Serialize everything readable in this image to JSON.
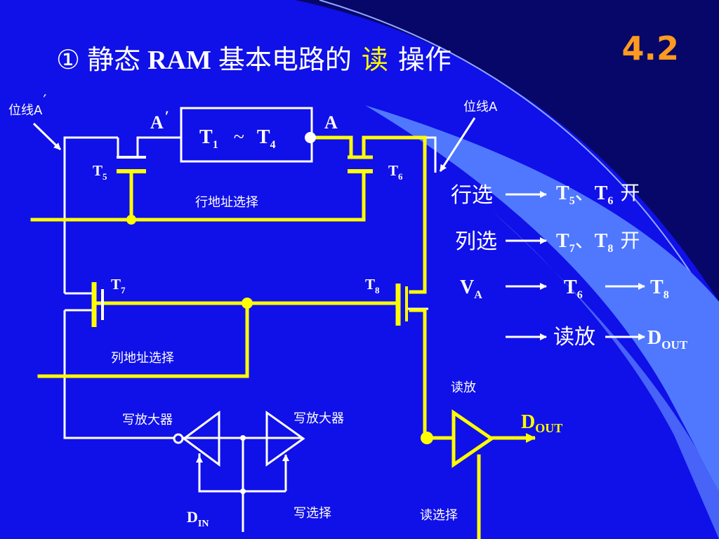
{
  "colors": {
    "background": "#1010e8",
    "wire_white": "#ffffff",
    "wire_yellow": "#ffff00",
    "accent_yellow": "#ffff00",
    "number_orange": "#ff9a1f",
    "sweep_light": "#4f78ff",
    "sweep_dark": "#000000"
  },
  "title": {
    "marker": "①",
    "part1": "静态",
    "ram": "RAM",
    "part2": "基本电路的",
    "highlight": "读",
    "part3": "操作"
  },
  "section_number": "4.2",
  "labels": {
    "bitline_left": "位线A",
    "bitline_left_prime": "′",
    "bitline_right": "位线A",
    "node_a_prime": "A",
    "node_a_prime_mark": "′",
    "node_a": "A",
    "cell": {
      "t": "T",
      "sub1": "1",
      "tilde": "~",
      "t2": "T",
      "sub4": "4"
    },
    "t5": {
      "t": "T",
      "sub": "5"
    },
    "t6": {
      "t": "T",
      "sub": "6"
    },
    "t7": {
      "t": "T",
      "sub": "7"
    },
    "t8": {
      "t": "T",
      "sub": "8"
    },
    "row_select": "行地址选择",
    "col_select": "列地址选择",
    "write_amp_left": "写放大器",
    "write_amp_right": "写放大器",
    "read_amp": "读放",
    "din": {
      "d": "D",
      "sub": "IN"
    },
    "dout": {
      "d": "D",
      "sub": "OUT"
    },
    "write_select": "写选择",
    "read_select": "读选择"
  },
  "explanation": {
    "row1": {
      "label": "行选",
      "t": "T",
      "sub_a": "5",
      "sep": "、",
      "t2": "T",
      "sub_b": "6",
      "tail": "开"
    },
    "row2": {
      "label": "列选",
      "t": "T",
      "sub_a": "7",
      "sep": "、",
      "t2": "T",
      "sub_b": "8",
      "tail": "开"
    },
    "row3": {
      "v": "V",
      "v_sub": "A",
      "t": "T",
      "t_sub": "6",
      "t2": "T",
      "t2_sub": "8"
    },
    "row4": {
      "label": "读放",
      "d": "D",
      "d_sub": "OUT"
    }
  }
}
